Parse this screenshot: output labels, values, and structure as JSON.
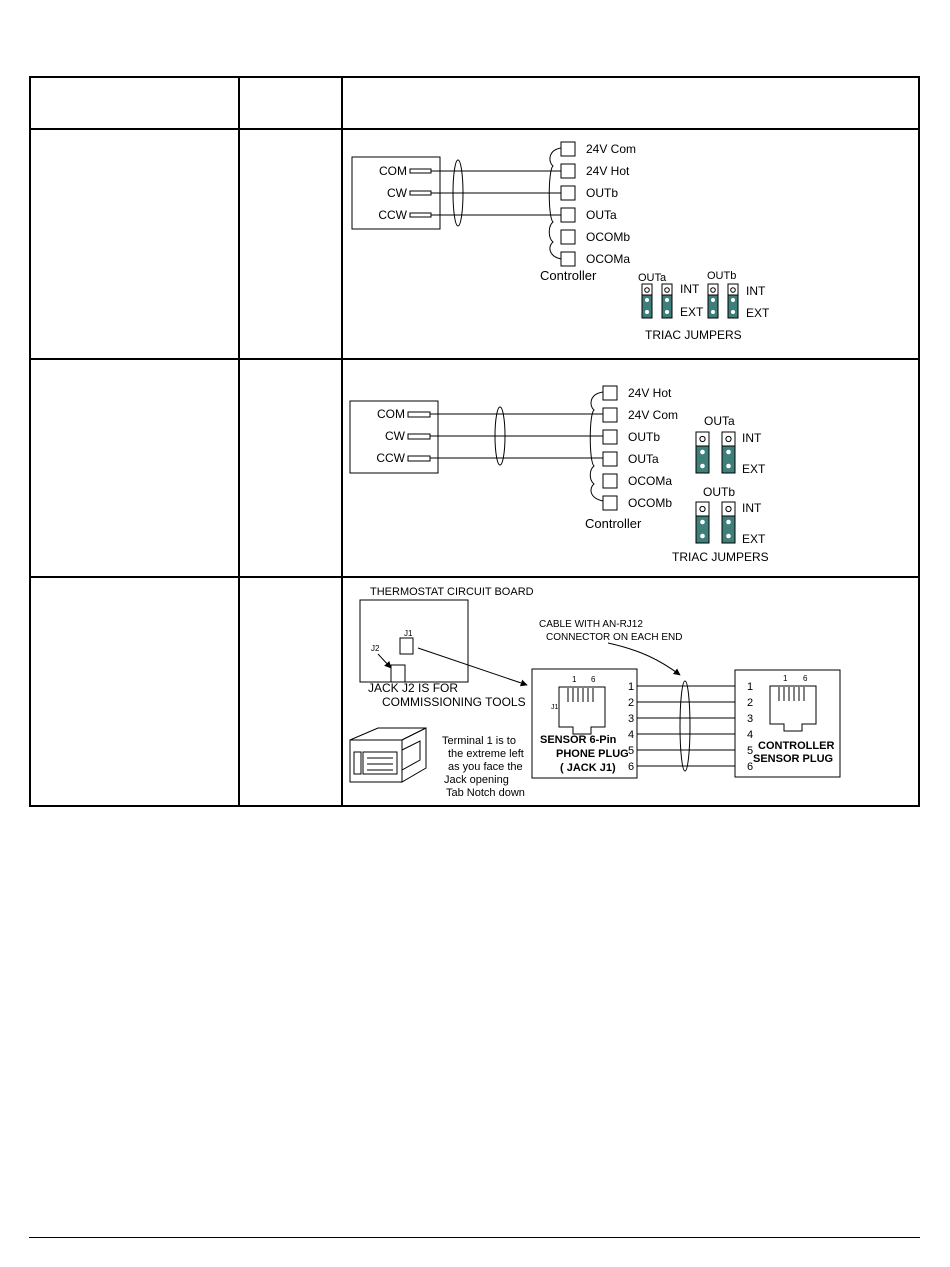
{
  "colors": {
    "jumper_fill": "#3e7f7a",
    "line": "#000000"
  },
  "header": {
    "col1": "",
    "col2": "",
    "col3": ""
  },
  "rows": [
    {
      "col1": "",
      "col2": ""
    },
    {
      "col1": "",
      "col2": ""
    },
    {
      "col1": "",
      "col2": ""
    }
  ],
  "diagram1": {
    "wires": [
      "COM",
      "CW",
      "CCW"
    ],
    "terminals": [
      "24V Com",
      "24V Hot",
      "OUTb",
      "OUTa",
      "OCOMb",
      "OCOMa"
    ],
    "controller_label": "Controller",
    "jumper_a": "OUTa",
    "jumper_b": "OUTb",
    "int_label": "INT",
    "ext_label": "EXT",
    "jumpers_caption": "TRIAC JUMPERS"
  },
  "diagram2": {
    "wires": [
      "COM",
      "CW",
      "CCW"
    ],
    "terminals": [
      "24V Hot",
      "24V Com",
      "OUTb",
      "OUTa",
      "OCOMa",
      "OCOMb"
    ],
    "controller_label": "Controller",
    "jumper_a": "OUTa",
    "jumper_b": "OUTb",
    "int_label": "INT",
    "ext_label": "EXT",
    "jumpers_caption": "TRIAC JUMPERS"
  },
  "diagram3": {
    "board_title": "THERMOSTAT CIRCUIT BOARD",
    "j1_label": "J1",
    "j2_label": "J2",
    "jack_note_1": "JACK J2 IS FOR",
    "jack_note_2": "COMMISSIONING TOOLS",
    "cable_note_1": "CABLE WITH AN-RJ12",
    "cable_note_2": "CONNECTOR ON EACH END",
    "pin_1": "1",
    "pin_6": "6",
    "jack_j1_small": "J1",
    "sensor_plug_1": "SENSOR  6-Pin",
    "sensor_plug_2": "PHONE PLUG",
    "sensor_plug_3": "( JACK J1)",
    "pins": [
      "1",
      "2",
      "3",
      "4",
      "5",
      "6"
    ],
    "controller_plug_1": "CONTROLLER",
    "controller_plug_2": "SENSOR PLUG",
    "terminal_note": [
      "Terminal 1 is to",
      "the extreme left",
      "as you face the",
      "Jack opening",
      "Tab Notch down"
    ]
  }
}
